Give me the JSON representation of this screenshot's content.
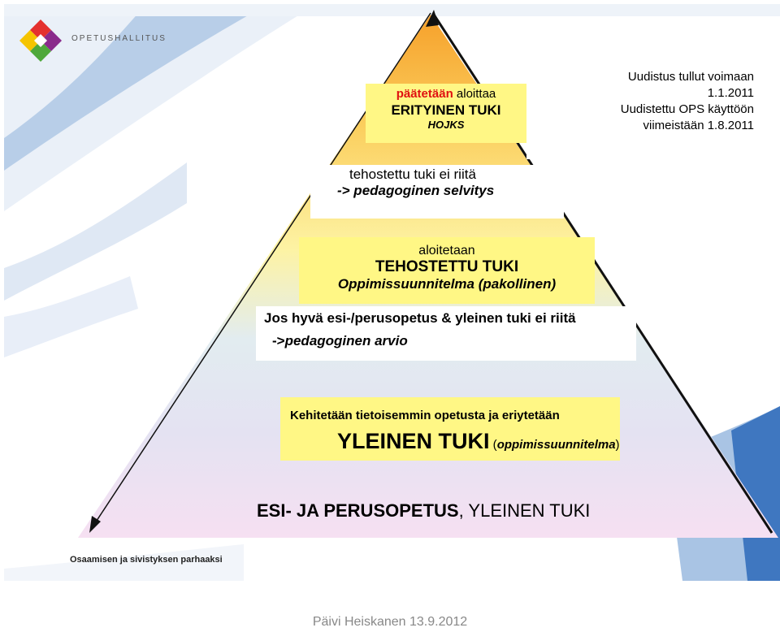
{
  "brand": {
    "name": "OPETUSHALLITUS"
  },
  "footer": {
    "slogan": "Osaamisen ja sivistyksen parhaaksi",
    "author": "Päivi Heiskanen 13.9.2012"
  },
  "note": {
    "lines": [
      "Uudistus tullut voimaan",
      "1.1.2011",
      "Uudistettu OPS käyttöön",
      "viimeistään 1.8.2011"
    ]
  },
  "levels": {
    "top": {
      "keyword": "päätetään",
      "rest": " aloittaa",
      "title": "ERITYINEN TUKI",
      "subtitle": "HOJKS"
    },
    "transition_top": {
      "line1": "tehostettu tuki ei riitä",
      "line2": "-> pedagoginen selvitys"
    },
    "middle": {
      "line1": "aloitetaan",
      "title": "TEHOSTETTU TUKI",
      "subtitle": "Oppimissuunnitelma (pakollinen)"
    },
    "transition_mid": {
      "line1": "Jos hyvä esi-/perusopetus & yleinen tuki ei riitä",
      "arrow": "->",
      "line2": "pedagoginen arvio"
    },
    "lower": {
      "line1": "Kehitetään tietoisemmin opetusta ja eriytetään",
      "title": "YLEINEN TUKI",
      "paren_open": " (",
      "subtitle": "oppimissuunnitelma",
      "paren_close": ")"
    },
    "base": {
      "bold": "ESI- JA PERUSOPETUS",
      "rest": ", YLEINEN TUKI"
    }
  },
  "colors": {
    "orange": "#f6a02a",
    "yellow": "#fff785",
    "lavender": "#efe0f4",
    "blue": "#dbe6f4"
  }
}
